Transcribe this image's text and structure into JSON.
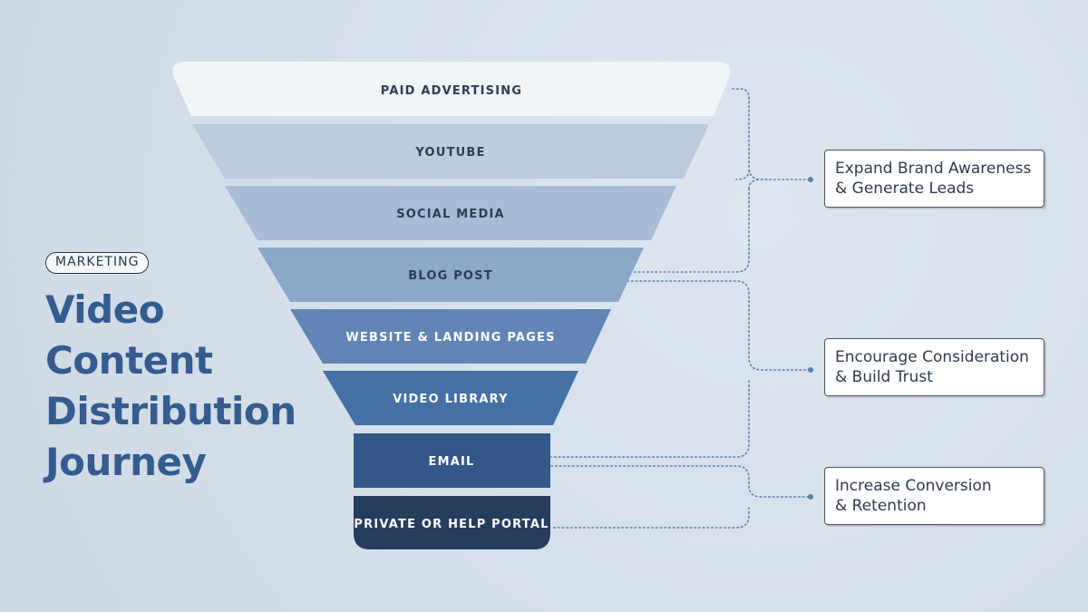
{
  "tag": "MARKETING",
  "title_lines": [
    "Video",
    "Content",
    "Distribution",
    "Journey"
  ],
  "stages": [
    "PAID ADVERTISING",
    "YOUTUBE",
    "SOCIAL MEDIA",
    "BLOG POST",
    "WEBSITE & LANDING PAGES",
    "VIDEO LIBRARY",
    "EMAIL",
    "PRIVATE OR HELP PORTAL"
  ],
  "outcomes": [
    {
      "line1": "Expand Brand Awareness",
      "line2": "& Generate Leads"
    },
    {
      "line1": "Encourage Consideration",
      "line2": "& Build Trust"
    },
    {
      "line1": "Increase Conversion",
      "line2": "& Retention"
    }
  ],
  "colors": {
    "background": "#d7e1eb",
    "title": "#355b8f",
    "connector": "#5a7fae",
    "stage_fills": [
      "#f0f5f9",
      "#bccbdd",
      "#a8bdd5",
      "#8ca7c8",
      "#6285b6",
      "#4470a6",
      "#34578a",
      "#263d5e"
    ],
    "stage_text": [
      "#2c3e55",
      "#2c3e55",
      "#2c3e55",
      "#2c3e55",
      "#ffffff",
      "#ffffff",
      "#ffffff",
      "#ffffff"
    ]
  }
}
